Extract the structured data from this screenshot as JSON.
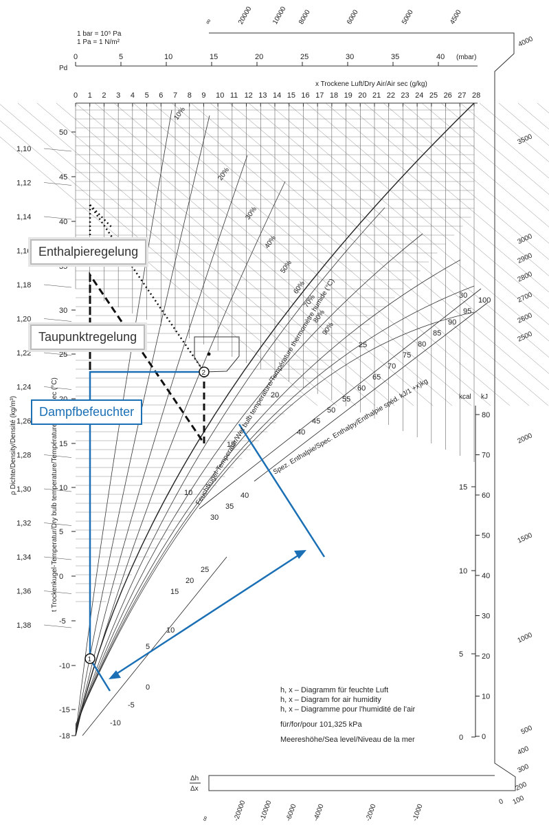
{
  "units_note": [
    "1 bar = 10⁵ Pa",
    "1 Pa = 1 N/m²"
  ],
  "pd_axis": {
    "label": "Pd",
    "ticks": [
      "0",
      "5",
      "10",
      "15",
      "20",
      "25",
      "30",
      "35",
      "40"
    ],
    "unit": "(mbar)",
    "top_ticks": [
      "∞",
      "20000",
      "10000",
      "8000",
      "6000",
      "5000",
      "4500"
    ]
  },
  "x_axis": {
    "label": "x  Trockene Luft/Dry Air/Air sec (g/kg)",
    "ticks": [
      "0",
      "1",
      "2",
      "3",
      "4",
      "5",
      "6",
      "7",
      "8",
      "9",
      "10",
      "11",
      "12",
      "13",
      "14",
      "15",
      "16",
      "17",
      "18",
      "19",
      "20",
      "21",
      "22",
      "23",
      "24",
      "25",
      "26",
      "27",
      "28"
    ]
  },
  "t_axis": {
    "label": "t  Trockenkugel-Temperatur/Dry bulb temperature/Température bulbe sec (°C)",
    "ticks": [
      "50",
      "45",
      "40",
      "35",
      "30",
      "25",
      "20",
      "15",
      "10",
      "5",
      "0",
      "-5",
      "-10",
      "-15",
      "-18"
    ]
  },
  "rho_axis": {
    "label": "ρ  Dichte/Density/Densité (kg/m³)",
    "ticks": [
      "1,10",
      "1,12",
      "1,14",
      "1,16",
      "1,18",
      "1,20",
      "1,22",
      "1,24",
      "1,26",
      "1,28",
      "1,30",
      "1,32",
      "1,34",
      "1,36",
      "1,38"
    ]
  },
  "rh_curves": [
    "10%",
    "20%",
    "30%",
    "40%",
    "50%",
    "60%",
    "70%",
    "80%",
    "90%"
  ],
  "wet_bulb_label": "Feuchtkugel-Temperatur/Wet bulb temperature/Température thermomètre humide (°C)",
  "wet_bulb_ticks": [
    "10",
    "15",
    "20",
    "25",
    "30"
  ],
  "enthalpy_label": "Spez. Enthalpie/Spec. Enthalpy/Enthalpie spéd. kJ/1 +x)kg",
  "enthalpy_ticks": [
    "40",
    "45",
    "50",
    "55",
    "60",
    "65",
    "70",
    "75",
    "80",
    "85",
    "90",
    "95",
    "100"
  ],
  "enthalpy_ticks_low": [
    "30",
    "35",
    "40"
  ],
  "enthalpy_ticks_lower": [
    "15",
    "20",
    "25"
  ],
  "enthalpy_ticks_lowest": [
    "5",
    "10"
  ],
  "enthalpy_ticks_neg": [
    "0",
    "-5",
    "-10"
  ],
  "right_scale": {
    "kcal_label": "kcal",
    "kj_label": "kJ",
    "kcal_ticks": [
      "15",
      "10",
      "5",
      "0"
    ],
    "kj_ticks": [
      "80",
      "70",
      "60",
      "50",
      "40",
      "30",
      "20",
      "10",
      "0"
    ]
  },
  "dhdx_label": [
    "Δh",
    "Δx"
  ],
  "dhdx_bottom": [
    "∞",
    "-20000",
    "-10000",
    "-6000",
    "-4000",
    "-2000",
    "-1000"
  ],
  "dhdx_right": [
    "4000",
    "3500",
    "3000",
    "2900",
    "2800",
    "2700",
    "2600",
    "2500",
    "2000",
    "1500",
    "1000",
    "500",
    "400",
    "300",
    "200",
    "100",
    "0"
  ],
  "labels": {
    "enthalpy_control": "Enthalpieregelung",
    "dewpoint_control": "Taupunktregelung",
    "steam_humidifier": "Dampfbefeuchter"
  },
  "points": [
    "1",
    "2"
  ],
  "notes": [
    "h, x – Diagramm für feuchte Luft",
    "h, x – Diagram for air humidity",
    "h, x – Diagramme pour l'humidité de l'air",
    "für/for/pour 101,325 kPa",
    "Meereshöhe/Sea level/Niveau de la mer"
  ],
  "colors": {
    "blue": "#1a6fb5",
    "grid": "#333333"
  }
}
